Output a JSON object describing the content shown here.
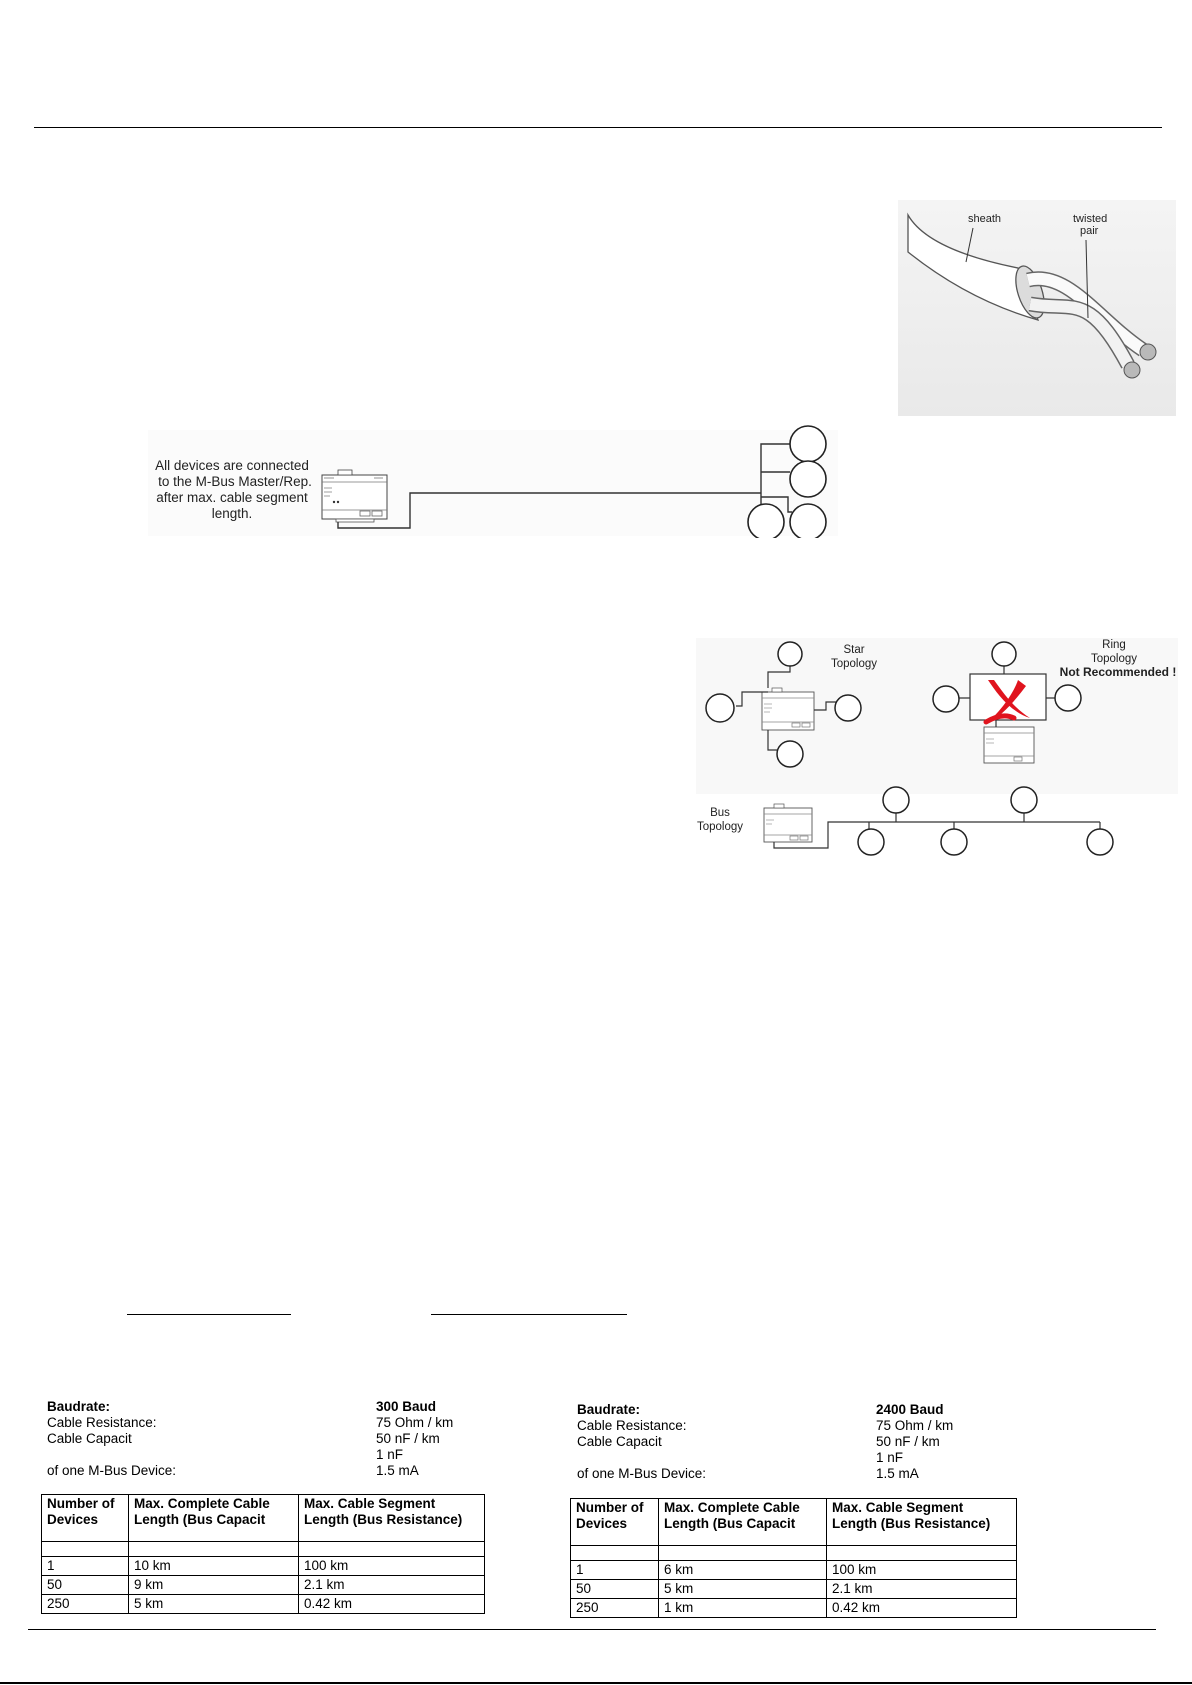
{
  "cable_figure": {
    "sheath_label": "sheath",
    "twisted_label_line1": "twisted",
    "twisted_label_line2": "pair"
  },
  "segment_figure": {
    "caption_lines": [
      "All devices are connected",
      "to the M-Bus Master/Rep.",
      "after max. cable segment",
      "length."
    ]
  },
  "topology_figure": {
    "star_label_line1": "Star",
    "star_label_line2": "Topology",
    "ring_label_line1": "Ring",
    "ring_label_line2": "Topology",
    "ring_warning": "Not Recommended !",
    "bus_label_line1": "Bus",
    "bus_label_line2": "Topology",
    "warning_color": "#e0141e"
  },
  "tables": [
    {
      "specs": [
        {
          "label": "Baudrate:",
          "value": "300 Baud",
          "bold": true
        },
        {
          "label": "Cable Resistance:",
          "value": "75 Ohm / km",
          "bold": false
        },
        {
          "label": "Cable Capacit",
          "value": "50 nF / km",
          "bold": false
        },
        {
          "label": "",
          "value": "1 nF",
          "bold": false
        },
        {
          "label": "of one M-Bus Device:",
          "value": "1.5 mA",
          "bold": false
        }
      ],
      "headers": [
        "Number of Devices",
        "Max. Complete Cable Length (Bus Capacit",
        "Max. Cable Segment Length (Bus Resistance)"
      ],
      "rows": [
        [
          "1",
          "10 km",
          "100 km"
        ],
        [
          "50",
          "9 km",
          "2.1 km"
        ],
        [
          "250",
          " 5 km",
          " 0.42 km"
        ]
      ]
    },
    {
      "specs": [
        {
          "label": "Baudrate:",
          "value": "2400 Baud",
          "bold": true
        },
        {
          "label": "Cable Resistance:",
          "value": "75 Ohm / km",
          "bold": false
        },
        {
          "label": "Cable Capacit",
          "value": "50 nF / km",
          "bold": false
        },
        {
          "label": "",
          "value": "1 nF",
          "bold": false
        },
        {
          "label": "of one M-Bus Device:",
          "value": "1.5 mA",
          "bold": false
        }
      ],
      "headers": [
        "Number of Devices",
        "Max. Complete Cable Length (Bus Capacit",
        "Max. Cable Segment Length (Bus Resistance)"
      ],
      "rows": [
        [
          "1",
          "6 km",
          "100 km"
        ],
        [
          "50",
          "5 km",
          "2.1 km"
        ],
        [
          "250",
          "1 km",
          " 0.42 km"
        ]
      ]
    }
  ]
}
